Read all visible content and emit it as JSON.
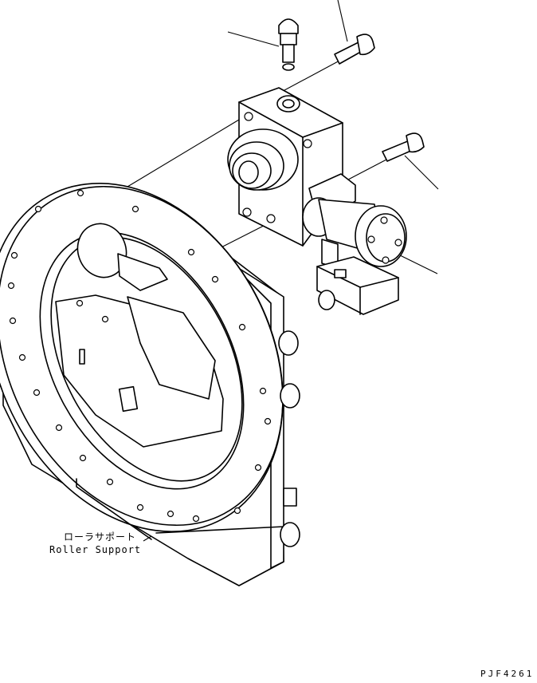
{
  "callout": {
    "label_jp": "ローラサポート",
    "label_en": "Roller Support"
  },
  "drawing_code": "PJF4261"
}
